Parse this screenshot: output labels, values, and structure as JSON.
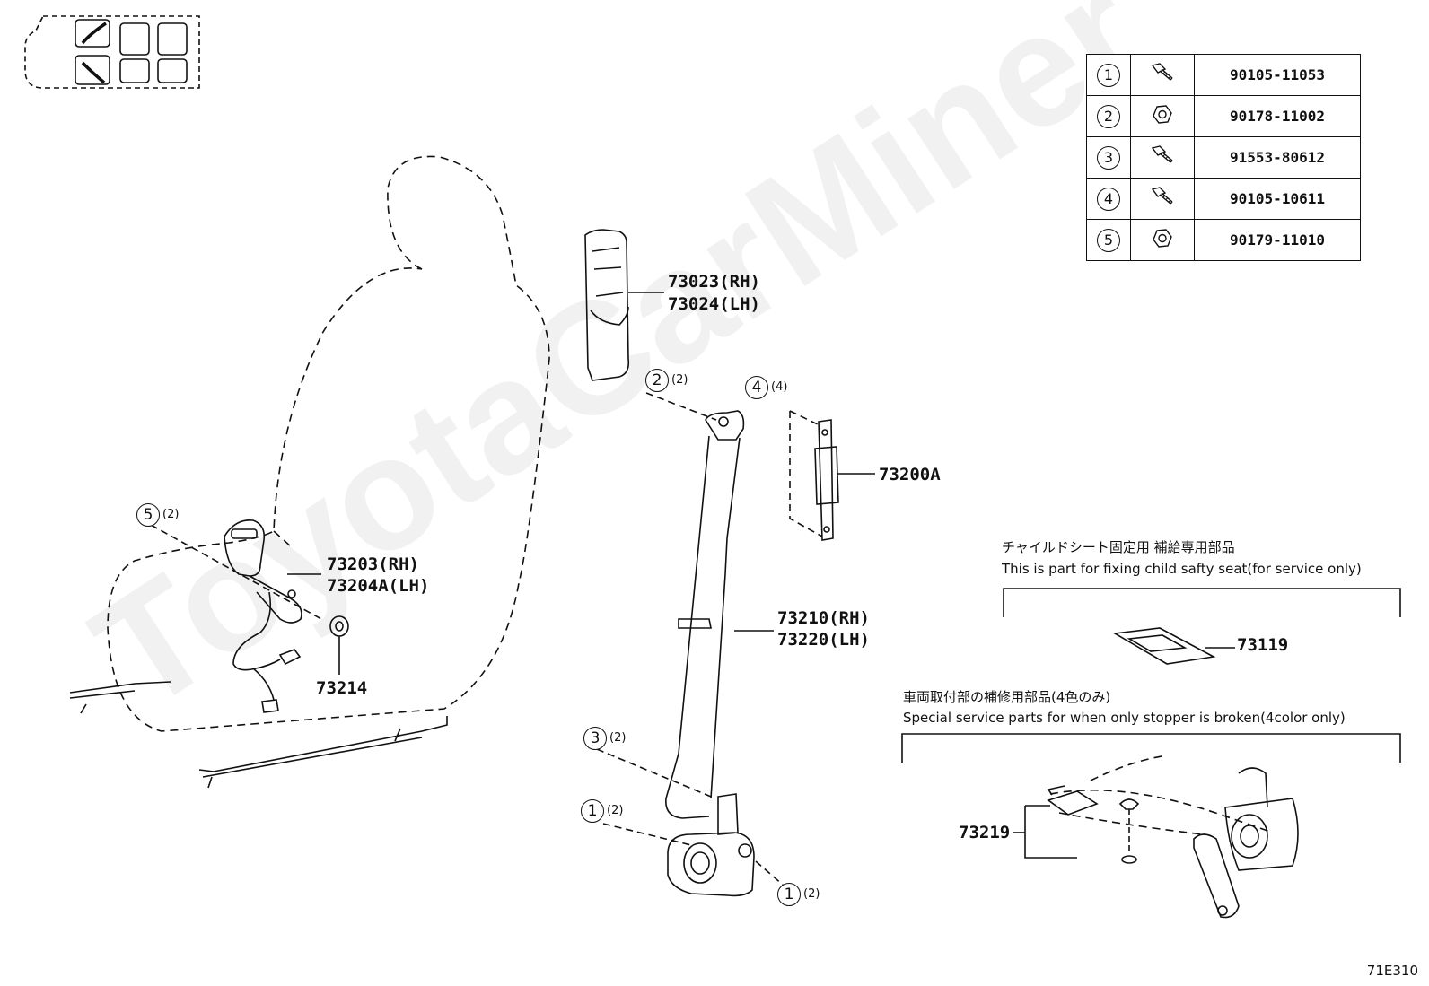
{
  "watermark": "ToyotaCarMiner",
  "fastener_table": [
    {
      "ref": "1",
      "part": "90105-11053",
      "icon": "flange-bolt-icon"
    },
    {
      "ref": "2",
      "part": "90178-11002",
      "icon": "flange-nut-icon"
    },
    {
      "ref": "3",
      "part": "91553-80612",
      "icon": "flange-bolt-icon"
    },
    {
      "ref": "4",
      "part": "90105-10611",
      "icon": "flange-bolt-icon"
    },
    {
      "ref": "5",
      "part": "90179-11010",
      "icon": "flange-nut-icon"
    }
  ],
  "labels": {
    "p73023": "73023(RH)",
    "p73024": "73024(LH)",
    "p73200a": "73200A",
    "p73203": "73203(RH)",
    "p73204a": "73204A(LH)",
    "p73214": "73214",
    "p73210": "73210(RH)",
    "p73220": "73220(LH)",
    "p73119": "73119",
    "p73219": "73219"
  },
  "callouts": {
    "c2": {
      "num": "2",
      "qty": "(2)"
    },
    "c4": {
      "num": "4",
      "qty": "(4)"
    },
    "c5": {
      "num": "5",
      "qty": "(2)"
    },
    "c3": {
      "num": "3",
      "qty": "(2)"
    },
    "c1a": {
      "num": "1",
      "qty": "(2)"
    },
    "c1b": {
      "num": "1",
      "qty": "(2)"
    }
  },
  "notes": {
    "child_jp": "チャイルドシート固定用 補給専用部品",
    "child_en": "This is part for fixing child safty seat(for service only)",
    "stopper_jp": "車両取付部の補修用部品(4色のみ)",
    "stopper_en": "Special service parts for when only stopper is broken(4color only)"
  },
  "figure_code": "71E310"
}
